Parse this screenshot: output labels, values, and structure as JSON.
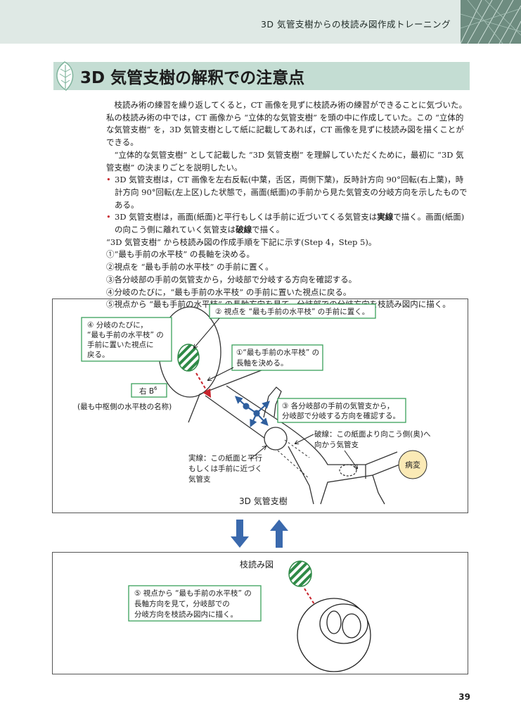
{
  "header": {
    "running_title": "3D 気管支樹からの枝読み図作成トレーニング"
  },
  "section": {
    "title": "3D 気管支樹の解釈での注意点"
  },
  "body": {
    "p1": "枝読み術の練習を繰り返してくると，CT 画像を見ずに枝読み術の練習ができることに気づいた。私の枝読み術の中では，CT 画像から “立体的な気管支樹” を頭の中に作成していた。この “立体的な気管支樹” を，3D 気管支樹として紙に記載してあれば，CT 画像を見ずに枝読み図を描くことができる。",
    "p2": "“立体的な気管支樹” として記載した “3D 気管支樹” を理解していただくために，最初に “3D 気管支樹” の決まりごとを説明したい。",
    "bullet_marker": "•",
    "bullet1": "3D 気管支樹は，CT 画像を左右反転(中葉，舌区，両側下葉)，反時計方向 90°回転(右上葉)，時計方向 90°回転(左上区)した状態で，画面(紙面)の手前から見た気管支の分岐方向を示したものである。",
    "bullet2_a": "3D 気管支樹は，画面(紙面)と平行もしくは手前に近づいてくる気管支は",
    "bullet2_solid": "実線",
    "bullet2_b": "で描く。画面(紙面)の向こう側に離れていく気管支は",
    "bullet2_dashed": "破線",
    "bullet2_c": "で描く。",
    "p3": "“3D 気管支樹” から枝読み図の作成手順を下記に示す(Step 4，Step 5)。",
    "steps": [
      "①“最も手前の水平枝” の長軸を決める。",
      "②視点を “最も手前の水平枝” の手前に置く。",
      "③各分岐部の手前の気管支から，分岐部で分岐する方向を確認する。",
      "④分岐のたびに，“最も手前の水平枝” の手前に置いた視点に戻る。",
      "⑤視点から “最も手前の水平枝” の長軸方向を見て，分岐部での分岐方向を枝読み図内に描く。"
    ]
  },
  "diagram1": {
    "caption": "3D 気管支樹",
    "callout2": "② 視点を “最も手前の水平枝” の手前に置く。",
    "callout4_lines": [
      "④ 分岐のたびに，",
      "“最も手前の水平枝” の",
      "手前に置いた視点に",
      "戻る。"
    ],
    "callout1_lines": [
      "①“最も手前の水平枝” の",
      "長軸を決める。"
    ],
    "callout3_lines": [
      "③ 各分岐部の手前の気管支から，",
      "分岐部で分岐する方向を確認する。"
    ],
    "label_rb6": "右 B",
    "label_rb6_sup": "6",
    "label_rb6_note": "(最も中枢側の水平枝の名称)",
    "label_dashed_lines": [
      "破線：この紙面より向こう側(奥)へ",
      "向かう気管支"
    ],
    "label_solid_lines": [
      "実線：この紙面と平行",
      "もしくは手前に近づく",
      "気管支"
    ],
    "label_lesion": "病変"
  },
  "diagram2": {
    "caption": "枝読み図",
    "callout5_lines": [
      "⑤ 視点から “最も手前の水平枝” の",
      "長軸方向を見て，分岐部での",
      "分岐方向を枝読み図内に描く。"
    ]
  },
  "page_number": "39",
  "colors": {
    "header_band": "#dfe9e5",
    "heading_band": "#c4ddd3",
    "callout_border": "#3aa05a",
    "stripe_green": "#2f8a47",
    "lesion_fill": "#fbeab6",
    "arrow_blue": "#2f5f9e",
    "arrow_red": "#c8242c"
  }
}
